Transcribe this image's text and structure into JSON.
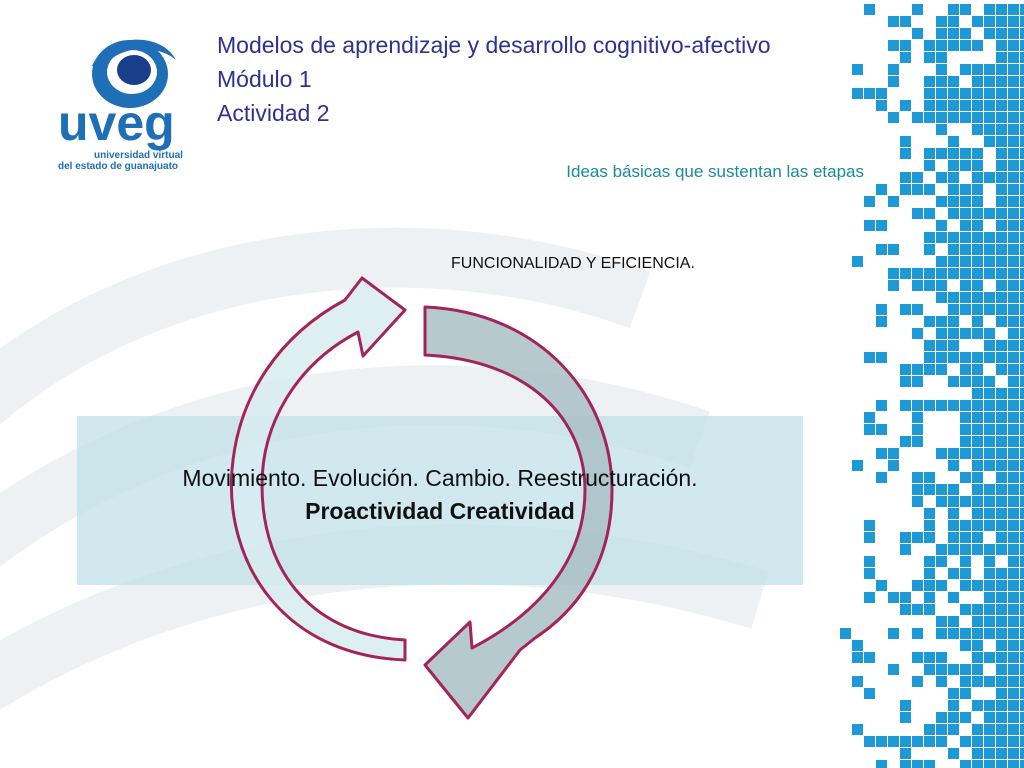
{
  "header": {
    "title_line1": "Modelos de aprendizaje y desarrollo cognitivo-afectivo",
    "title_line2": "Módulo 1",
    "title_line3": "Actividad 2"
  },
  "subtitle": "Ideas básicas que sustentan las etapas",
  "logo": {
    "wordmark": "uveg",
    "tagline_line1": "universidad virtual",
    "tagline_line2": "del estado de guanajuato"
  },
  "diagram": {
    "top_label": "FUNCIONALIDAD Y EFICIENCIA.",
    "center_line1": "Movimiento. Evolución. Cambio. Reestructuración.",
    "center_line2": "Proactividad Creatividad"
  },
  "colors": {
    "brand_blue": "#2e3192",
    "teal_text": "#1a8a9c",
    "arrow_stroke": "#a3245a",
    "arrow_fill_light": "#d8ecf0",
    "arrow_fill_gray": "#a9c0c4",
    "band_fill": "#bfe0e8",
    "pixel_blue": "#1d9ad6"
  }
}
